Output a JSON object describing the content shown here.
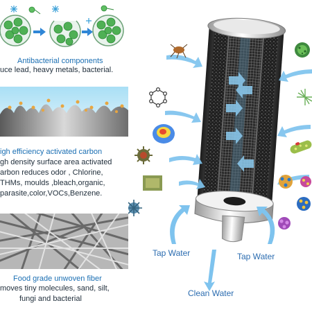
{
  "antibacterial": {
    "title": "Antibacterial components",
    "desc": "uce lead, heavy metals, bacterial."
  },
  "activated_carbon": {
    "title": "igh efficiency activated carbon",
    "lines": [
      "gh density surface area activated",
      "arbon reduces odor , Chlorine,",
      "THMs, moulds ,bleach,organic,",
      "parasite,color,VOCs,Benzene."
    ]
  },
  "fiber": {
    "title": "Food grade unwoven fiber",
    "lines": [
      "moves tiny molecules, sand, silt,",
      "fungi and bacterial"
    ]
  },
  "flow": {
    "tap_left": "Tap Water",
    "tap_right": "Tap Water",
    "clean": "Clean Water"
  },
  "colors": {
    "title_blue": "#1b6fb3",
    "arrow_blue": "#7ec3ee",
    "sphere_green": "#5fbf62"
  }
}
